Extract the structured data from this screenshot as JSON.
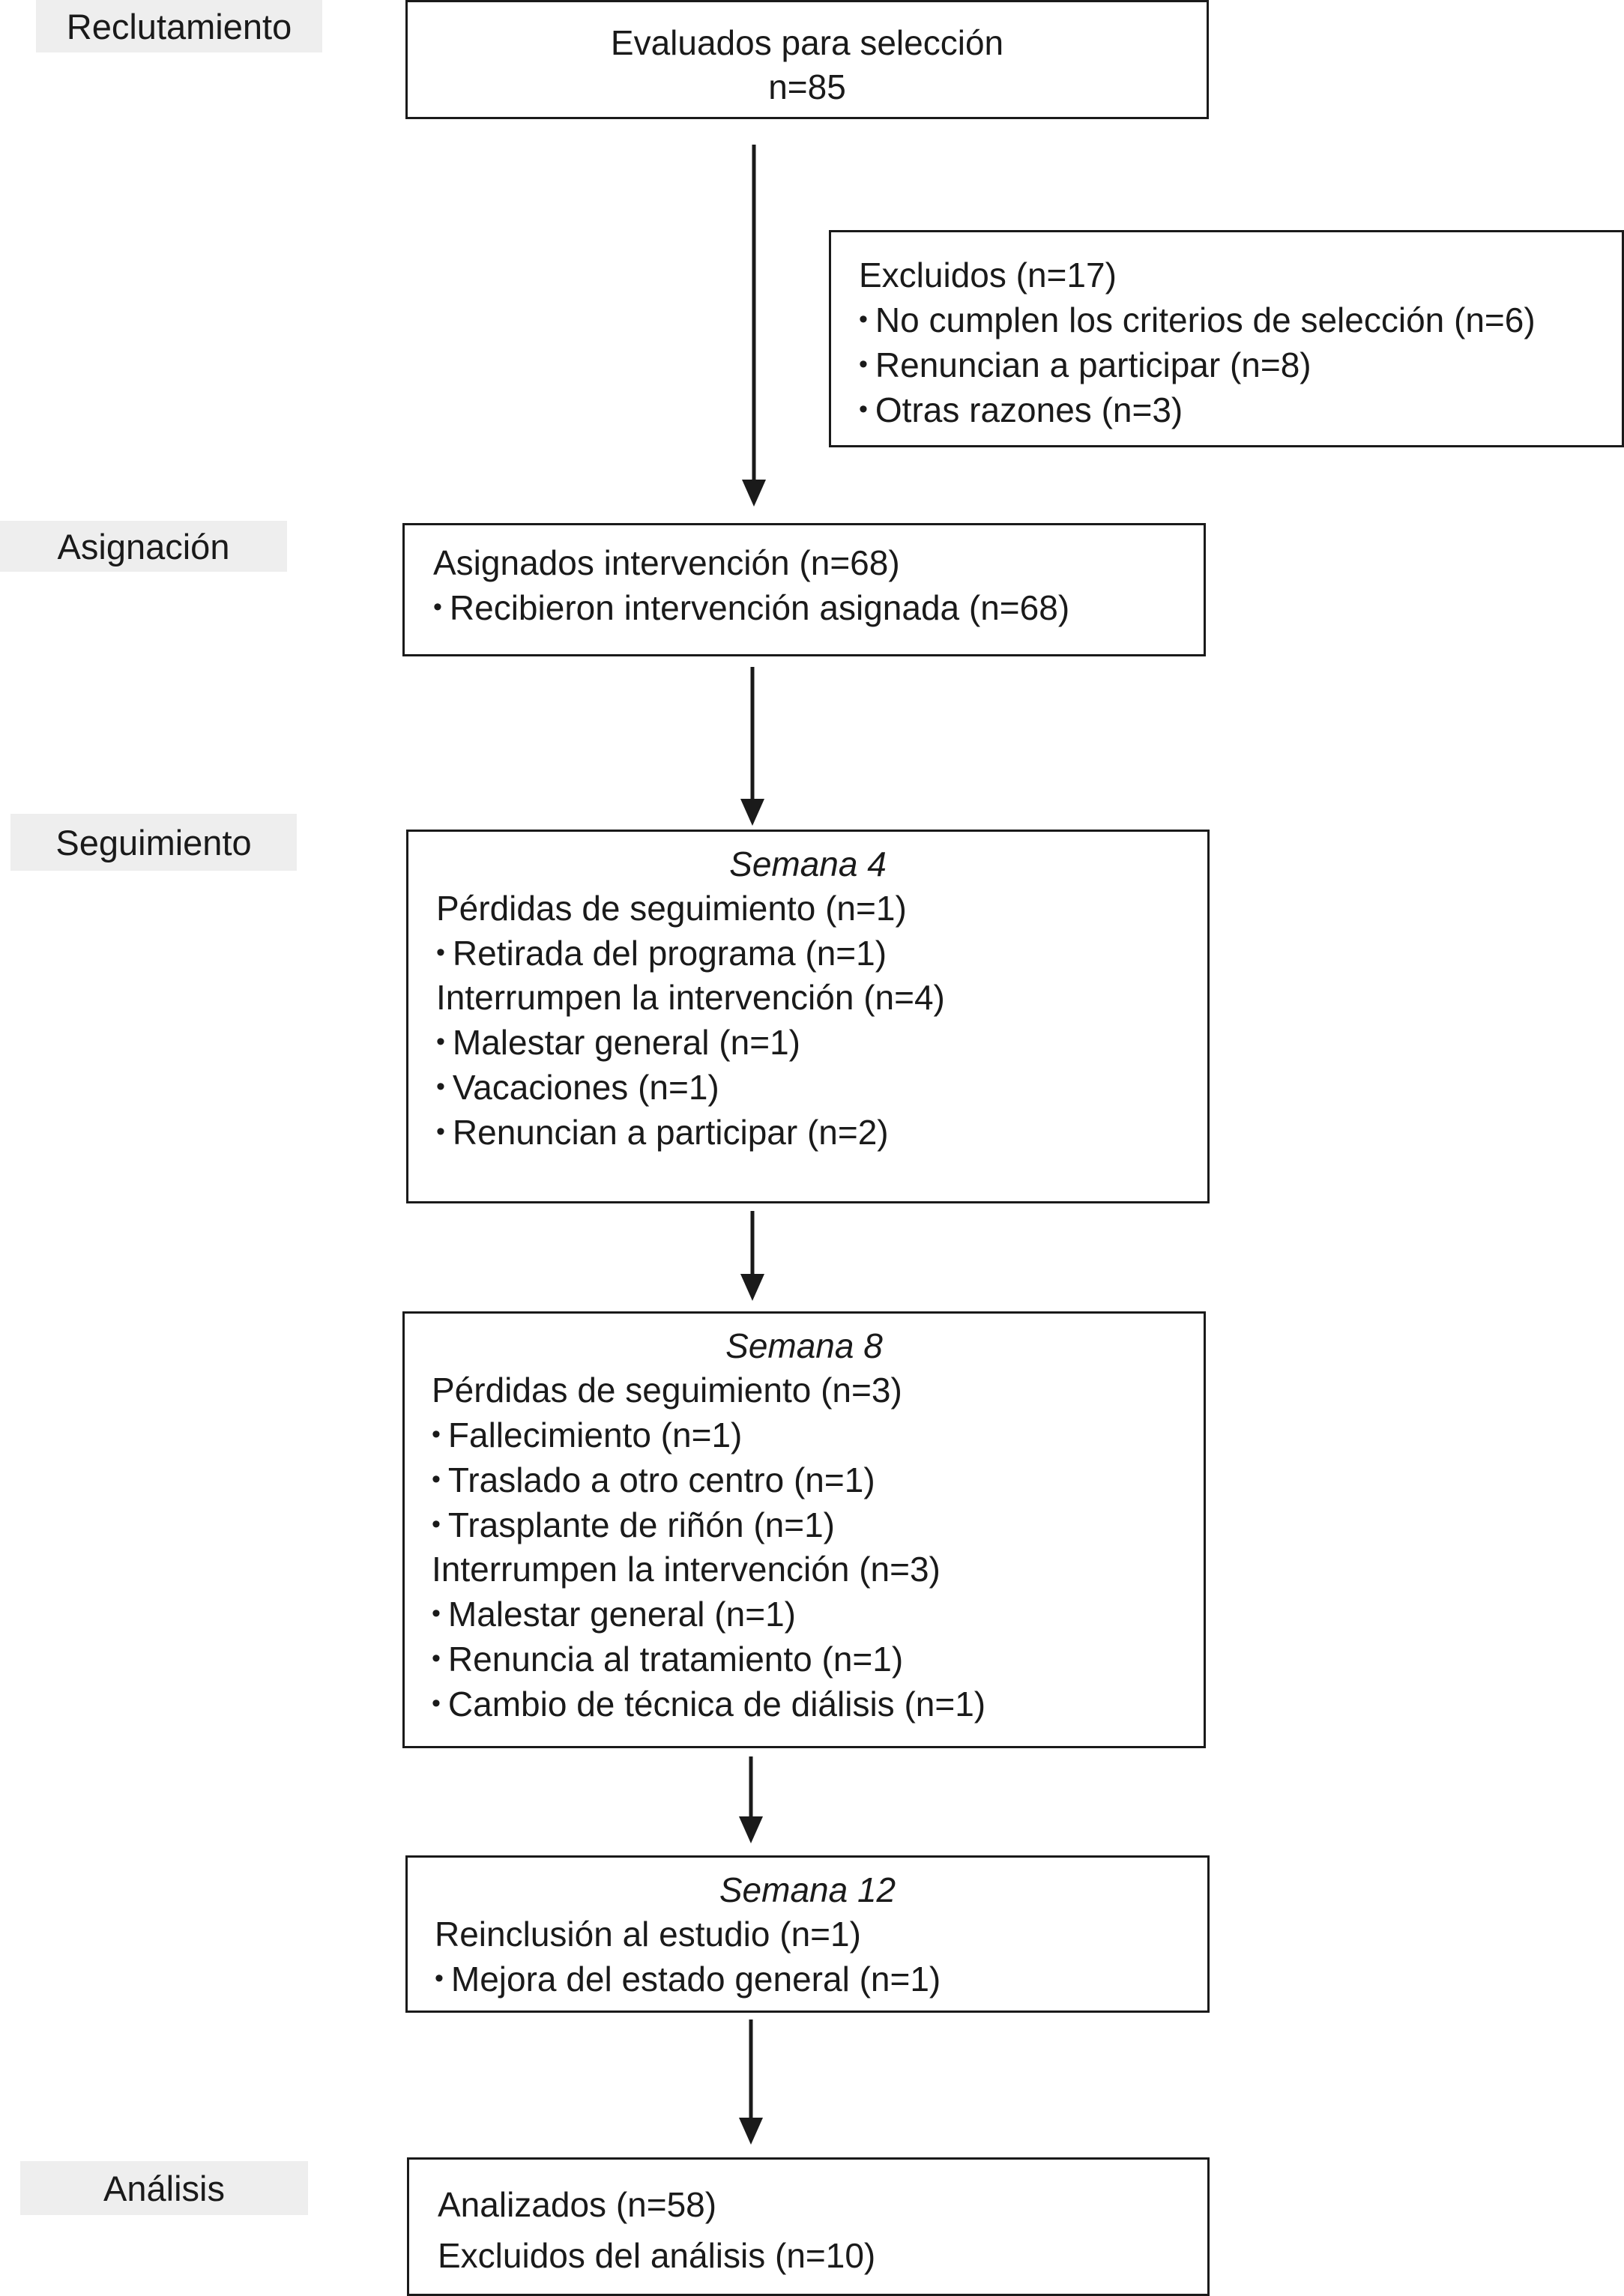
{
  "stages": {
    "recruitment": "Reclutamiento",
    "allocation": "Asignación",
    "follow_up": "Seguimiento",
    "analysis": "Análisis"
  },
  "boxes": {
    "assessed": {
      "lines": [
        "Evaluados para selección",
        "n=85"
      ]
    },
    "excluded": {
      "title": "Excluidos (n=17)",
      "items": [
        "No cumplen los criterios de selección (n=6)",
        "Renuncian a participar (n=8)",
        "Otras razones (n=3)"
      ]
    },
    "allocated": {
      "title": "Asignados intervención (n=68)",
      "items": [
        "Recibieron intervención asignada (n=68)"
      ]
    },
    "week4": {
      "heading": "Semana 4",
      "lost_title": "Pérdidas de seguimiento (n=1)",
      "lost_items": [
        "Retirada del programa (n=1)"
      ],
      "interrupt_title": "Interrumpen la intervención (n=4)",
      "interrupt_items": [
        "Malestar general (n=1)",
        "Vacaciones (n=1)",
        "Renuncian a participar (n=2)"
      ]
    },
    "week8": {
      "heading": "Semana 8",
      "lost_title": "Pérdidas de seguimiento (n=3)",
      "lost_items": [
        "Fallecimiento (n=1)",
        "Traslado a otro centro (n=1)",
        "Trasplante de riñón (n=1)"
      ],
      "interrupt_title": "Interrumpen la intervención (n=3)",
      "interrupt_items": [
        "Malestar general (n=1)",
        "Renuncia al tratamiento (n=1)",
        "Cambio de técnica de diálisis (n=1)"
      ]
    },
    "week12": {
      "heading": "Semana 12",
      "title": "Reinclusión al estudio (n=1)",
      "items": [
        "Mejora del estado general (n=1)"
      ]
    },
    "analysis": {
      "lines": [
        "Analizados (n=58)",
        "Excluidos del análisis (n=10)"
      ]
    }
  }
}
